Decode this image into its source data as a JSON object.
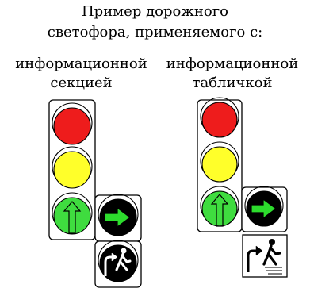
{
  "title": {
    "line1": "Пример дорожного",
    "line2": "светофора, применяемого с:"
  },
  "left_caption": {
    "line1": "информационной",
    "line2": "секцией"
  },
  "right_caption": {
    "line1": "информационной",
    "line2": "табличкой"
  },
  "colors": {
    "red": "#ee1c1c",
    "yellow": "#ffff2a",
    "green": "#3fdc3f",
    "arrow_green": "#2ddc2d",
    "black": "#000000",
    "housing": "#ffffff"
  },
  "icons": {
    "through_arrow": "up-arrow-icon",
    "turn_arrow": "right-arrow-icon",
    "pedestrian_turn": "pedestrian-turn-icon"
  }
}
